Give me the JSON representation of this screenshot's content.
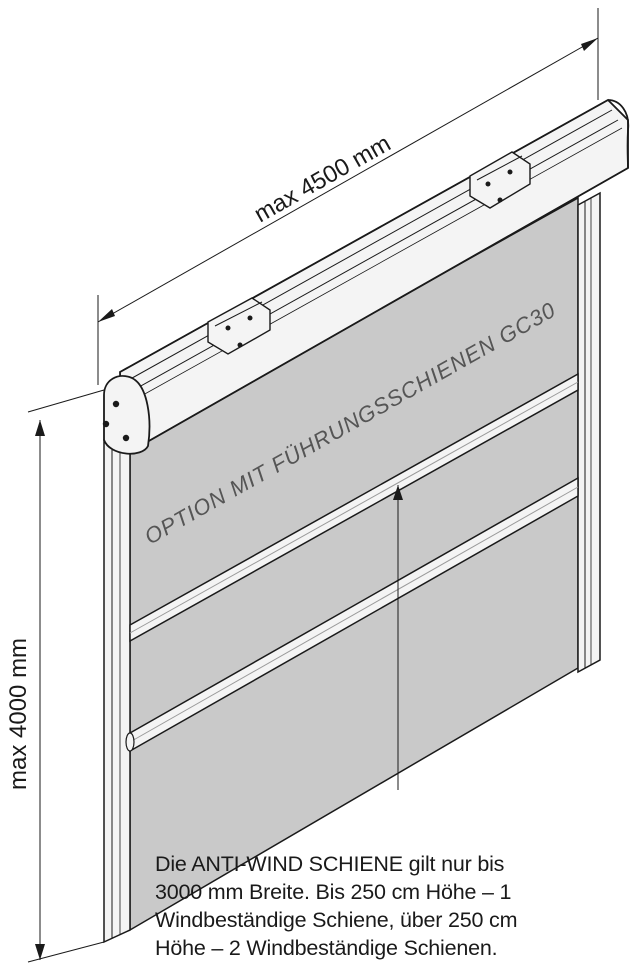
{
  "dimensions": {
    "width_label": "max 4500 mm",
    "height_label": "max 4000 mm"
  },
  "fabric": {
    "label": "OPTION MIT FÜHRUNGSSCHIENEN GC30"
  },
  "note": {
    "lines": [
      "Die ANTI-WIND SCHIENE gilt nur bis",
      "3000 mm Breite. Bis 250 cm Höhe – 1",
      "Windbeständige Schiene, über 250 cm",
      "Höhe – 2 Windbeständige Schienen."
    ]
  },
  "colors": {
    "fabric": "#c9c9c9",
    "line": "#1a1a1a",
    "metal": "#f4f4f4"
  }
}
